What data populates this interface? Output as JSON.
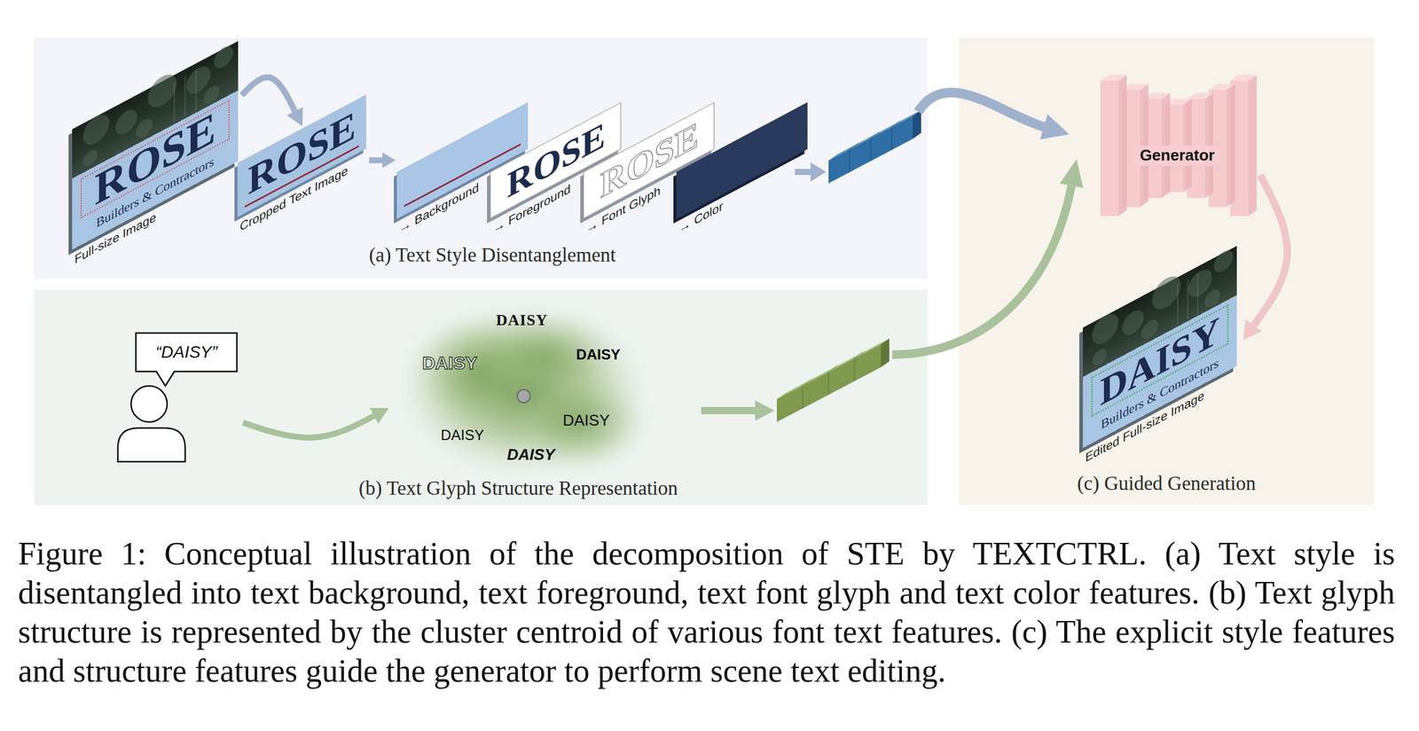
{
  "diagram": {
    "caption": "Figure 1: Conceptual illustration of the decomposition of STE by TEXTCTRL. (a) Text style is disentangled into text background, text foreground, text font glyph and text color features. (b) Text glyph structure is represented by the cluster centroid of various font text features. (c) The explicit style features and structure features guide the generator to perform scene text editing.",
    "nodes": [
      {
        "text": [
          "(a) Text Style Disentanglement"
        ]
      },
      {
        "text": [
          "ROSE",
          "Builders & Contractors",
          "Full-size Image"
        ],
        "in": 0
      },
      {
        "text": [
          "ROSE",
          "Cropped Text Image"
        ],
        "in": 0
      },
      {
        "text": [
          "→ Background"
        ],
        "in": 0
      },
      {
        "text": [
          "ROSE",
          "→ Foreground"
        ],
        "in": 0
      },
      {
        "text": [
          "ROSE",
          "→ Font Glyph"
        ],
        "in": 0
      },
      {
        "text": [
          "→ Color"
        ],
        "in": 0
      },
      {
        "text": [
          "(b) Text Glyph Structure Representation"
        ]
      },
      {
        "text": [
          "“DAISY”"
        ],
        "in": 7
      },
      {
        "text": [
          "DAISY",
          "DAISY",
          "DAISY",
          "DAISY",
          "DAISY",
          "DAISY"
        ],
        "in": 7
      },
      {
        "text": [
          "(c) Guided Generation"
        ]
      },
      {
        "text": [
          "Generator"
        ],
        "in": 10
      },
      {
        "text": [
          "DAISY",
          "Builders & Contractors",
          "Edited Full-size Image"
        ],
        "in": 10
      }
    ],
    "edges": [
      {
        "from": 1,
        "to": 2,
        "arrow": "to"
      },
      {
        "from": 2,
        "to": 3,
        "arrow": "to"
      },
      {
        "from": 8,
        "to": 9,
        "arrow": "to"
      },
      {
        "from": 11,
        "to": 12,
        "arrow": "to"
      }
    ]
  }
}
